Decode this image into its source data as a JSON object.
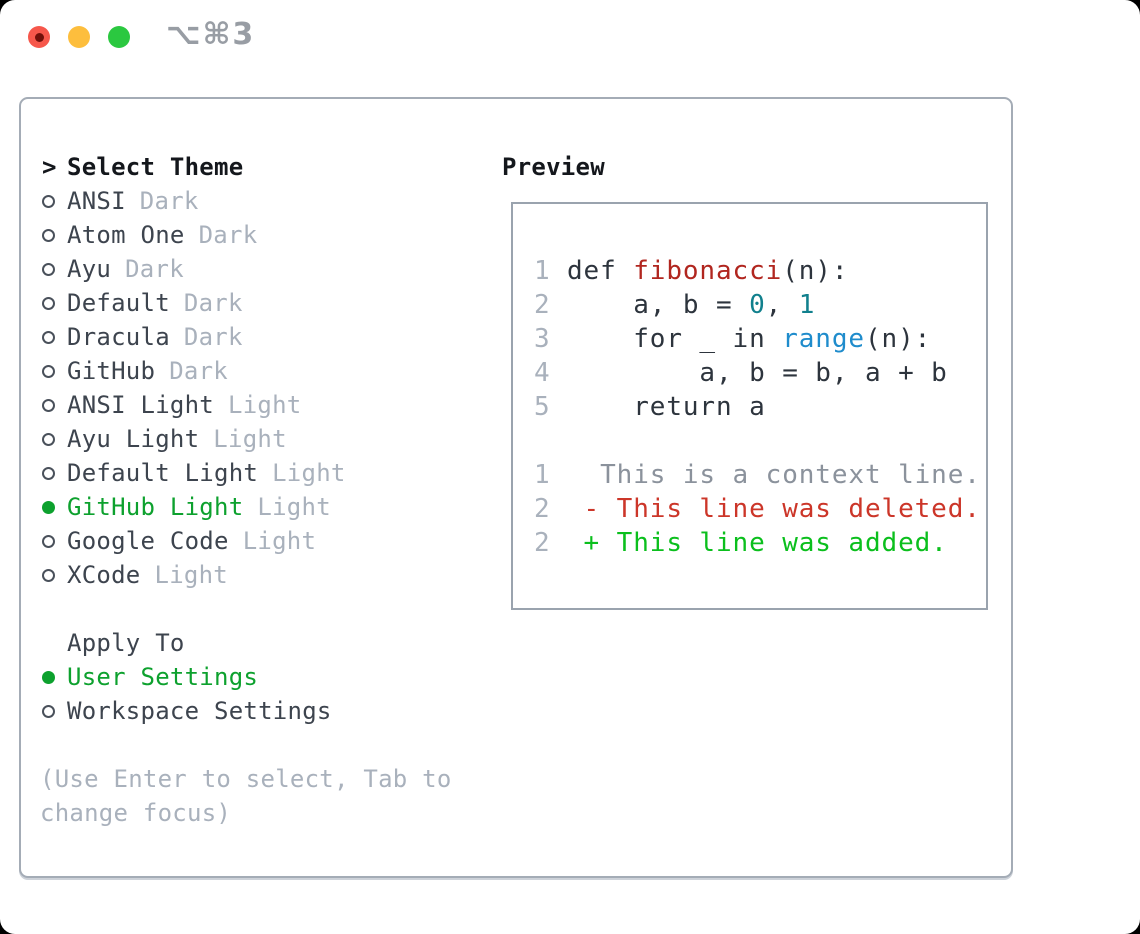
{
  "window": {
    "shortcut": "⌥⌘3",
    "traffic_lights": [
      "close",
      "minimize",
      "zoom"
    ]
  },
  "theme_picker": {
    "title_marker": ">",
    "title": "Select Theme",
    "themes": [
      {
        "name": "ANSI",
        "tag": "Dark",
        "selected": false
      },
      {
        "name": "Atom One",
        "tag": "Dark",
        "selected": false
      },
      {
        "name": "Ayu",
        "tag": "Dark",
        "selected": false
      },
      {
        "name": "Default",
        "tag": "Dark",
        "selected": false
      },
      {
        "name": "Dracula",
        "tag": "Dark",
        "selected": false
      },
      {
        "name": "GitHub",
        "tag": "Dark",
        "selected": false
      },
      {
        "name": "ANSI Light",
        "tag": "Light",
        "selected": false
      },
      {
        "name": "Ayu Light",
        "tag": "Light",
        "selected": false
      },
      {
        "name": "Default Light",
        "tag": "Light",
        "selected": false
      },
      {
        "name": "GitHub Light",
        "tag": "Light",
        "selected": true
      },
      {
        "name": "Google Code",
        "tag": "Light",
        "selected": false
      },
      {
        "name": "XCode",
        "tag": "Light",
        "selected": false
      }
    ],
    "apply_to": {
      "title": "Apply To",
      "options": [
        {
          "name": "User Settings",
          "selected": true
        },
        {
          "name": "Workspace Settings",
          "selected": false
        }
      ]
    },
    "help_lines": [
      "(Use Enter to select, Tab to",
      "change focus)"
    ]
  },
  "preview": {
    "title": "Preview",
    "code_lines": [
      {
        "num": "1",
        "tokens": [
          {
            "t": "def ",
            "c": "code"
          },
          {
            "t": "fibonacci",
            "c": "func"
          },
          {
            "t": "(n):",
            "c": "code"
          }
        ]
      },
      {
        "num": "2",
        "tokens": [
          {
            "t": "    a, b = ",
            "c": "code"
          },
          {
            "t": "0",
            "c": "num"
          },
          {
            "t": ", ",
            "c": "code"
          },
          {
            "t": "1",
            "c": "num"
          }
        ]
      },
      {
        "num": "3",
        "tokens": [
          {
            "t": "    for _ in ",
            "c": "code"
          },
          {
            "t": "range",
            "c": "builtin"
          },
          {
            "t": "(n):",
            "c": "code"
          }
        ]
      },
      {
        "num": "4",
        "tokens": [
          {
            "t": "        a, b = b, a + b",
            "c": "code"
          }
        ]
      },
      {
        "num": "5",
        "tokens": [
          {
            "t": "    return a",
            "c": "code"
          }
        ]
      },
      {
        "num": "",
        "tokens": []
      },
      {
        "num": "1",
        "tokens": [
          {
            "t": "  This is a context line.",
            "c": "context"
          }
        ]
      },
      {
        "num": "2",
        "tokens": [
          {
            "t": " - This line was deleted.",
            "c": "deleted"
          }
        ]
      },
      {
        "num": "2",
        "tokens": [
          {
            "t": " + This line was added.",
            "c": "added"
          }
        ]
      }
    ]
  },
  "colors": {
    "accent_green": "#0da12e",
    "added_green": "#0bbf1d",
    "deleted_red": "#cc3629",
    "function_red": "#b1261f",
    "number_teal": "#11808d",
    "builtin_blue": "#1f8ccc",
    "context_gray": "#8b929c",
    "muted_gray": "#a9b1bc",
    "text_dark": "#2d343d",
    "traffic_red": "#f6574b",
    "traffic_yellow": "#fdbe3d",
    "traffic_green": "#2bc840"
  }
}
